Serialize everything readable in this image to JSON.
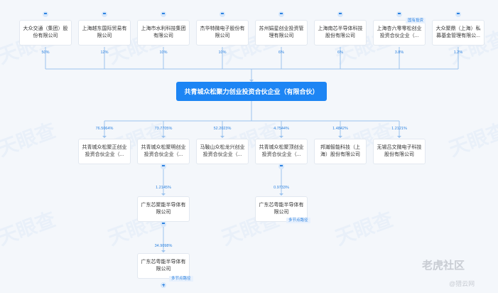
{
  "top_nodes": [
    {
      "name": "大众交通（集团）股份有限公司",
      "pct": "50%"
    },
    {
      "name": "上海越东国际贸易有限公司",
      "pct": "12%"
    },
    {
      "name": "上海市水利科技集团有限公司",
      "pct": "10%"
    },
    {
      "name": "杰华特微电子股份有限公司",
      "pct": "10%"
    },
    {
      "name": "苏州娟星创业投资管理有限公司",
      "pct": "6%"
    },
    {
      "name": "上海南芯半导体科技股份有限公司",
      "pct": "6%"
    },
    {
      "name": "上海杏六零零松创业投资合伙企业（...",
      "pct": "3.8%",
      "tag": "国有投资"
    },
    {
      "name": "大众聚鼎（上海）私募基金管理有限公...",
      "pct": "1.2%"
    }
  ],
  "center": {
    "name": "共青城众松聚力创业投资合伙企业（有限合伙）"
  },
  "bottom_nodes": [
    {
      "name": "共青城众松聚正创业投资合伙企业（...",
      "pct": "76.5064%"
    },
    {
      "name": "共青城众松聚明创业投资合伙企业（...",
      "pct": "73.7705%"
    },
    {
      "name": "马鞍山众松龙兴创业投资合伙企业（...",
      "pct": "52.2023%"
    },
    {
      "name": "共青城众松聚顶创业投资合伙企业（...",
      "pct": "4.7544%"
    },
    {
      "name": "邦瀚智能科技（上海）股份有限公司",
      "pct": "1.4842%"
    },
    {
      "name": "无锡吕文微电子科技股份有限公司",
      "pct": "1.2121%"
    }
  ],
  "level3_nodes": [
    {
      "name": "广东芯聚能半导体有限公司",
      "pct": "1.2145%"
    },
    {
      "name": "广东芯粤能半导体有限公司",
      "pct": "0.9733%",
      "tag": "多节点路径"
    }
  ],
  "level4_nodes": [
    {
      "name": "广东芯粤能半导体有限公司",
      "pct": "34.9098%",
      "tag": "多节点路径"
    }
  ],
  "watermark": {
    "text": "天眼查"
  },
  "logo": {
    "main": "老虎社区",
    "sub": "@猎云网"
  }
}
